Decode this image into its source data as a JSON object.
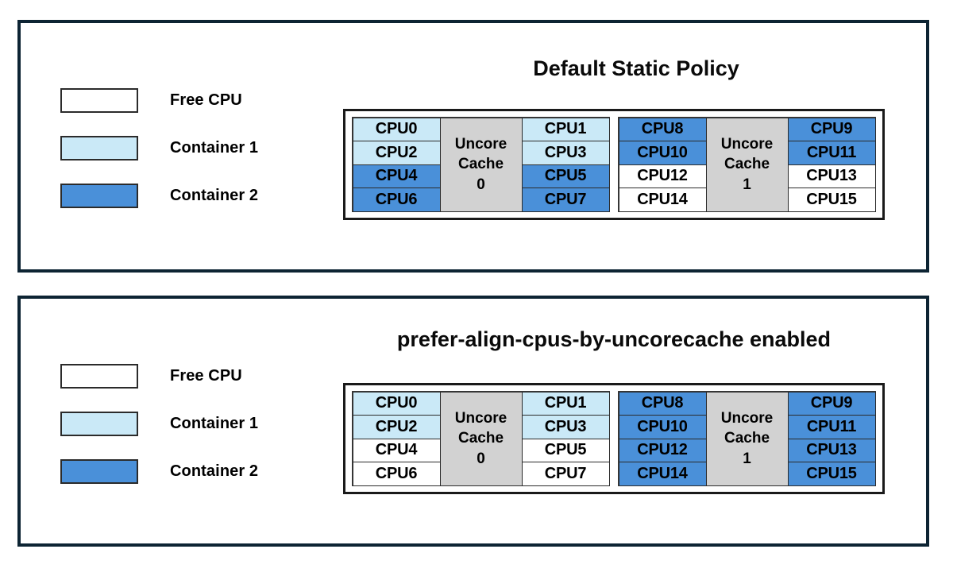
{
  "theme": {
    "free_cpu_color": "#ffffff",
    "container1_color": "#cae9f7",
    "container2_color": "#4a90d9",
    "uncore_cache_color": "#d2d2d2",
    "panel_border_color": "#0d2433",
    "text_color": "#000000"
  },
  "panels": [
    {
      "title": "Default Static Policy",
      "legend": [
        {
          "label": "Free CPU",
          "swatch": "free"
        },
        {
          "label": "Container 1",
          "swatch": "container1"
        },
        {
          "label": "Container 2",
          "swatch": "container2"
        }
      ],
      "sockets": [
        {
          "left_column": [
            {
              "label": "CPU0",
              "state": "container1"
            },
            {
              "label": "CPU2",
              "state": "container1"
            },
            {
              "label": "CPU4",
              "state": "container2"
            },
            {
              "label": "CPU6",
              "state": "container2"
            }
          ],
          "uncore": {
            "line1": "Uncore",
            "line2": "Cache",
            "line3": "0"
          },
          "right_column": [
            {
              "label": "CPU1",
              "state": "container1"
            },
            {
              "label": "CPU3",
              "state": "container1"
            },
            {
              "label": "CPU5",
              "state": "container2"
            },
            {
              "label": "CPU7",
              "state": "container2"
            }
          ]
        },
        {
          "left_column": [
            {
              "label": "CPU8",
              "state": "container2"
            },
            {
              "label": "CPU10",
              "state": "container2"
            },
            {
              "label": "CPU12",
              "state": "free"
            },
            {
              "label": "CPU14",
              "state": "free"
            }
          ],
          "uncore": {
            "line1": "Uncore",
            "line2": "Cache",
            "line3": "1"
          },
          "right_column": [
            {
              "label": "CPU9",
              "state": "container2"
            },
            {
              "label": "CPU11",
              "state": "container2"
            },
            {
              "label": "CPU13",
              "state": "free"
            },
            {
              "label": "CPU15",
              "state": "free"
            }
          ]
        }
      ]
    },
    {
      "title": "prefer-align-cpus-by-uncorecache enabled",
      "legend": [
        {
          "label": "Free CPU",
          "swatch": "free"
        },
        {
          "label": "Container 1",
          "swatch": "container1"
        },
        {
          "label": "Container 2",
          "swatch": "container2"
        }
      ],
      "sockets": [
        {
          "left_column": [
            {
              "label": "CPU0",
              "state": "container1"
            },
            {
              "label": "CPU2",
              "state": "container1"
            },
            {
              "label": "CPU4",
              "state": "free"
            },
            {
              "label": "CPU6",
              "state": "free"
            }
          ],
          "uncore": {
            "line1": "Uncore",
            "line2": "Cache",
            "line3": "0"
          },
          "right_column": [
            {
              "label": "CPU1",
              "state": "container1"
            },
            {
              "label": "CPU3",
              "state": "container1"
            },
            {
              "label": "CPU5",
              "state": "free"
            },
            {
              "label": "CPU7",
              "state": "free"
            }
          ]
        },
        {
          "left_column": [
            {
              "label": "CPU8",
              "state": "container2"
            },
            {
              "label": "CPU10",
              "state": "container2"
            },
            {
              "label": "CPU12",
              "state": "container2"
            },
            {
              "label": "CPU14",
              "state": "container2"
            }
          ],
          "uncore": {
            "line1": "Uncore",
            "line2": "Cache",
            "line3": "1"
          },
          "right_column": [
            {
              "label": "CPU9",
              "state": "container2"
            },
            {
              "label": "CPU11",
              "state": "container2"
            },
            {
              "label": "CPU13",
              "state": "container2"
            },
            {
              "label": "CPU15",
              "state": "container2"
            }
          ]
        }
      ]
    }
  ]
}
